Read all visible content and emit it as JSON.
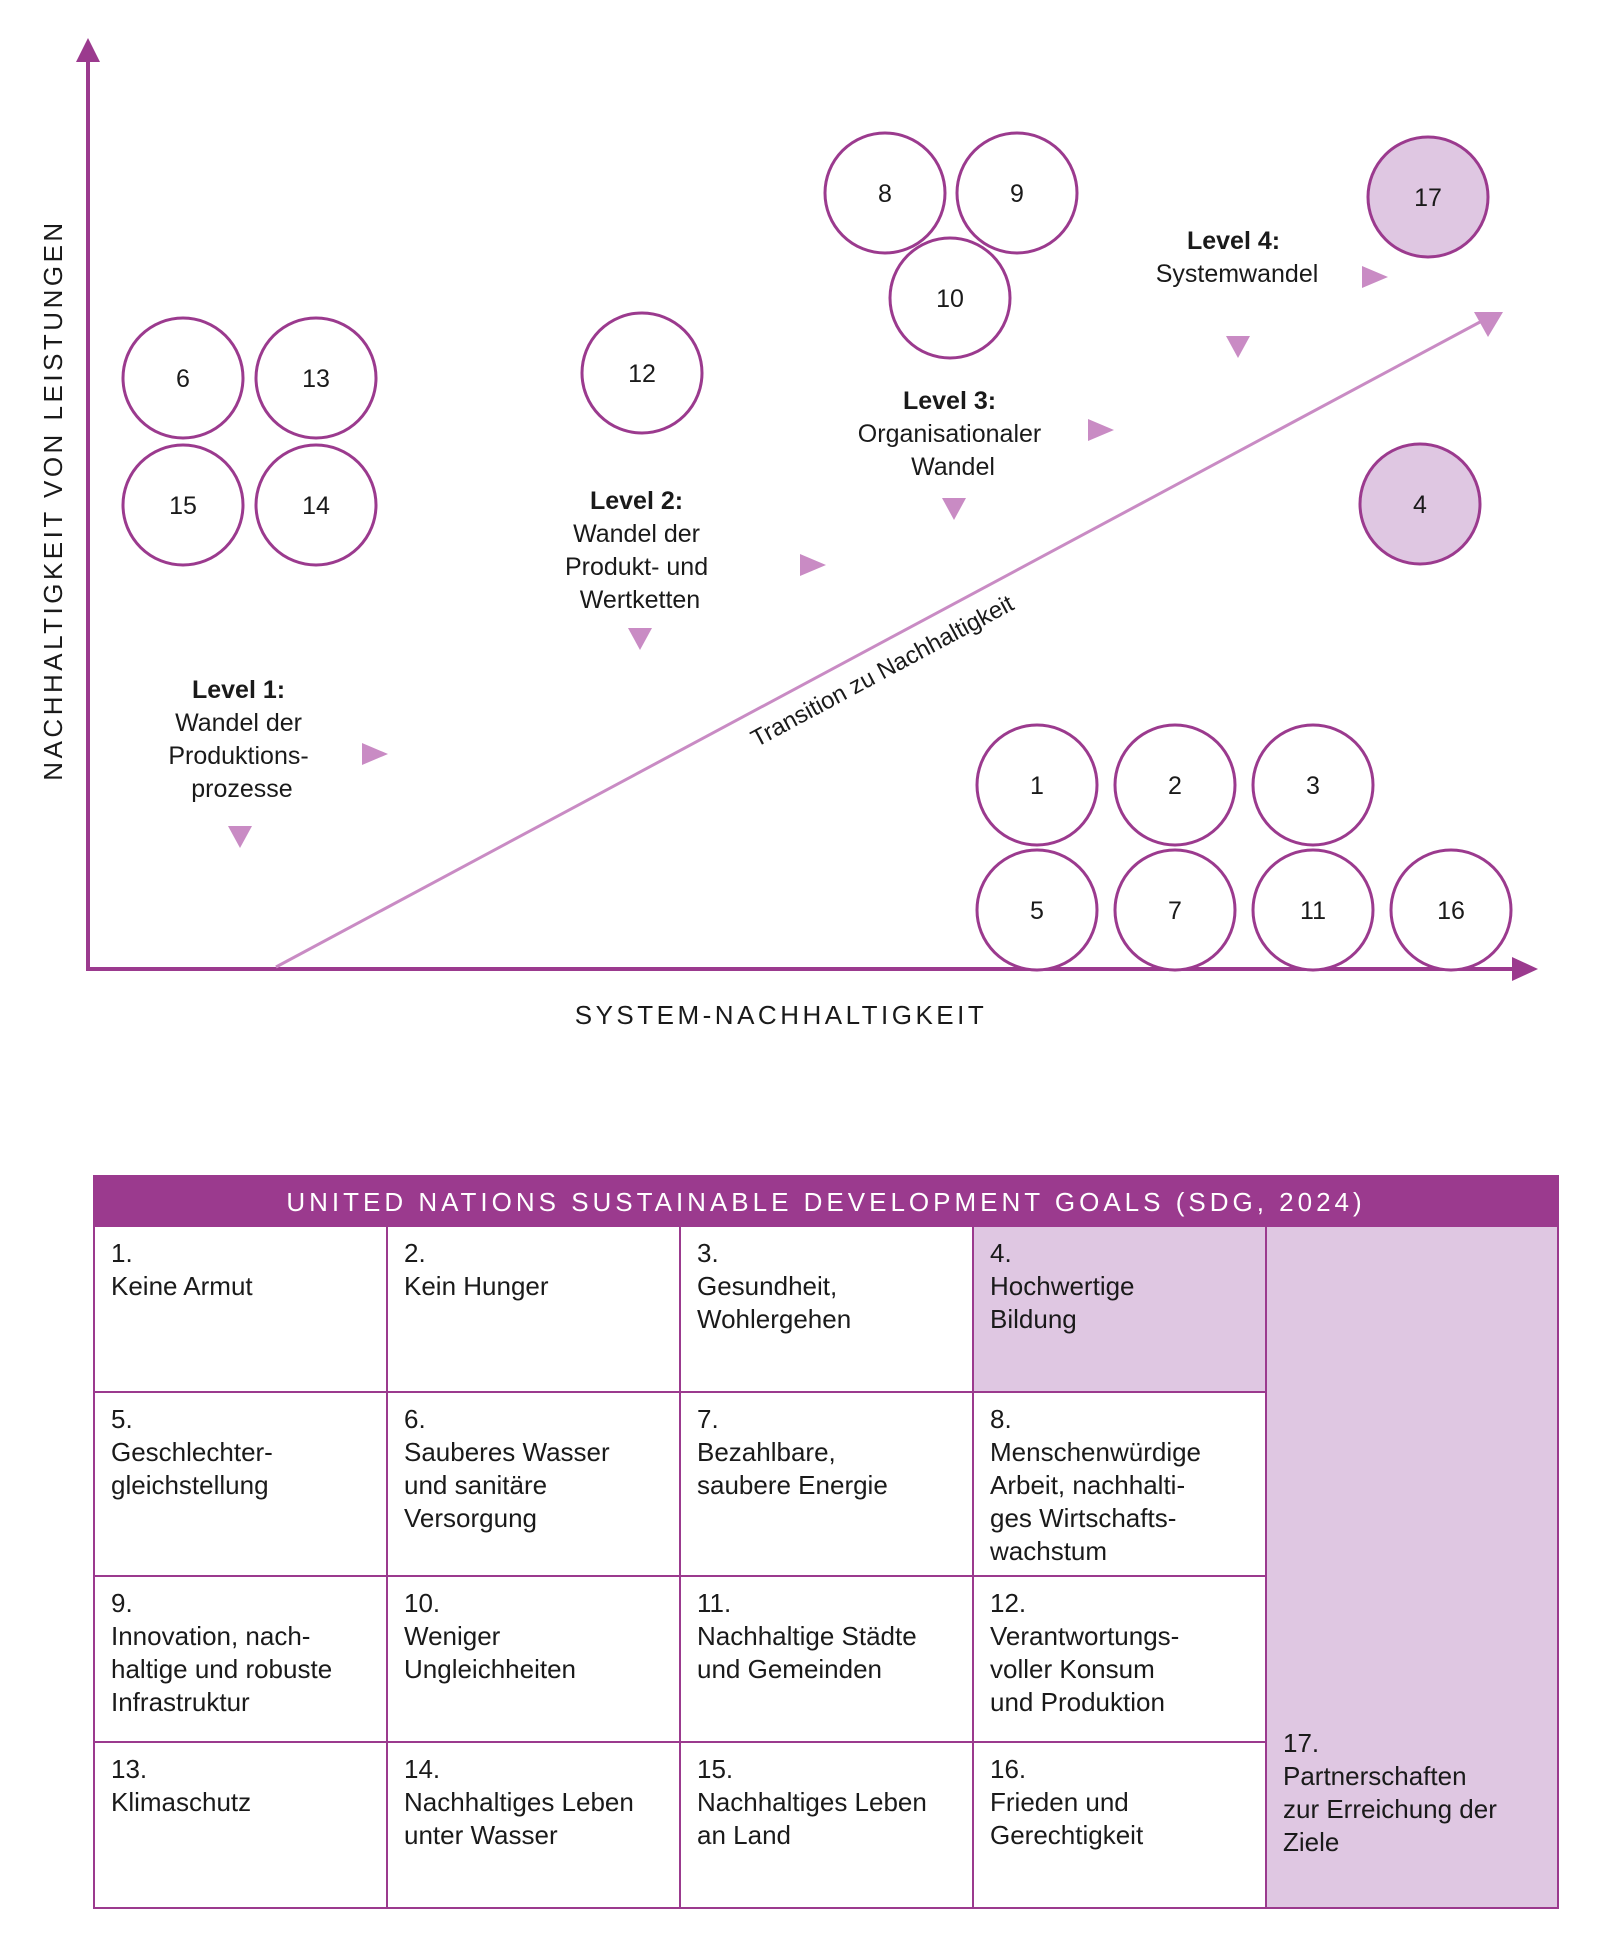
{
  "colors": {
    "accent": "#9b3a8e",
    "highlight": "#dfc7e2",
    "text": "#1a1a1a"
  },
  "diagram": {
    "y_axis_label": "NACHHALTIGKEIT VON LEISTUNGEN",
    "x_axis_label": "SYSTEM-NACHHALTIGKEIT",
    "transition_label": "Transition zu Nachhaltigkeit",
    "levels": [
      {
        "title": "Level 1:",
        "lines": [
          "Wandel der",
          "Produktions-",
          "prozesse"
        ]
      },
      {
        "title": "Level 2:",
        "lines": [
          "Wandel der",
          "Produkt- und",
          "Wertketten"
        ]
      },
      {
        "title": "Level 3:",
        "lines": [
          "Organisationaler",
          "Wandel"
        ]
      },
      {
        "title": "Level 4:",
        "lines": [
          "Systemwandel"
        ]
      }
    ],
    "circles": [
      {
        "label": "6",
        "filled": false
      },
      {
        "label": "13",
        "filled": false
      },
      {
        "label": "15",
        "filled": false
      },
      {
        "label": "14",
        "filled": false
      },
      {
        "label": "12",
        "filled": false
      },
      {
        "label": "8",
        "filled": false
      },
      {
        "label": "9",
        "filled": false
      },
      {
        "label": "10",
        "filled": false
      },
      {
        "label": "17",
        "filled": true
      },
      {
        "label": "4",
        "filled": true
      },
      {
        "label": "1",
        "filled": false
      },
      {
        "label": "2",
        "filled": false
      },
      {
        "label": "3",
        "filled": false
      },
      {
        "label": "5",
        "filled": false
      },
      {
        "label": "7",
        "filled": false
      },
      {
        "label": "11",
        "filled": false
      },
      {
        "label": "16",
        "filled": false
      }
    ]
  },
  "sdg_table": {
    "title": "UNITED NATIONS SUSTAINABLE DEVELOPMENT GOALS (SDG, 2024)",
    "goals": [
      {
        "num": "1.",
        "label": "Keine Armut",
        "highlight": false
      },
      {
        "num": "2.",
        "label": "Kein Hunger",
        "highlight": false
      },
      {
        "num": "3.",
        "label": "Gesundheit,\nWohlergehen",
        "highlight": false
      },
      {
        "num": "4.",
        "label": "Hochwertige\nBildung",
        "highlight": true
      },
      {
        "num": "5.",
        "label": "Geschlechter-\ngleichstellung",
        "highlight": false
      },
      {
        "num": "6.",
        "label": "Sauberes Wasser\nund sanitäre\nVersorgung",
        "highlight": false
      },
      {
        "num": "7.",
        "label": "Bezahlbare,\nsaubere Energie",
        "highlight": false
      },
      {
        "num": "8.",
        "label": "Menschenwürdige\nArbeit, nachhalti-\nges Wirtschafts-\nwachstum",
        "highlight": false
      },
      {
        "num": "9.",
        "label": "Innovation, nach-\nhaltige und robuste\nInfrastruktur",
        "highlight": false
      },
      {
        "num": "10.",
        "label": "Weniger\nUngleichheiten",
        "highlight": false
      },
      {
        "num": "11.",
        "label": "Nachhaltige Städte\nund Gemeinden",
        "highlight": false
      },
      {
        "num": "12.",
        "label": "Verantwortungs-\nvoller Konsum\nund Produktion",
        "highlight": false
      },
      {
        "num": "13.",
        "label": "Klimaschutz",
        "highlight": false
      },
      {
        "num": "14.",
        "label": "Nachhaltiges Leben\nunter Wasser",
        "highlight": false
      },
      {
        "num": "15.",
        "label": "Nachhaltiges Leben\nan Land",
        "highlight": false
      },
      {
        "num": "16.",
        "label": "Frieden und\nGerechtigkeit",
        "highlight": false
      },
      {
        "num": "17.",
        "label": "Partnerschaften\nzur Erreichung der\nZiele",
        "highlight": true
      }
    ]
  }
}
